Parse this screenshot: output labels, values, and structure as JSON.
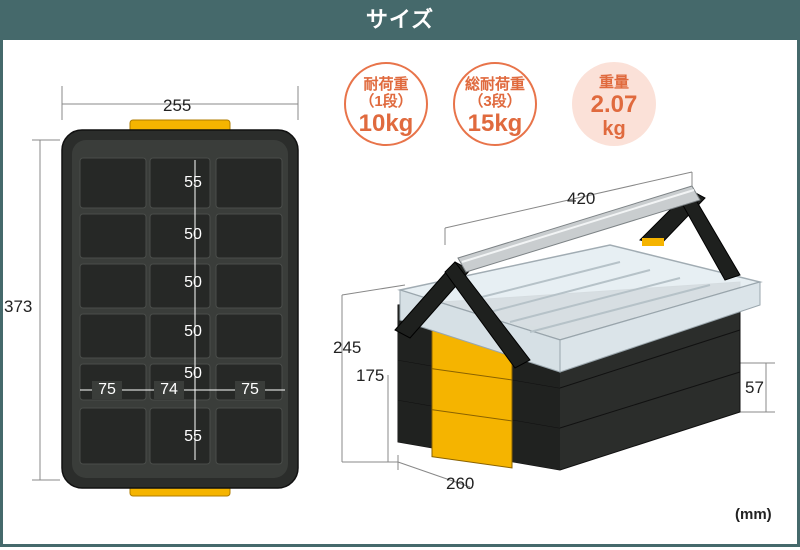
{
  "header": {
    "title": "サイズ"
  },
  "badges": [
    {
      "line1": "耐荷重",
      "line2": "（1段）",
      "value": "10kg"
    },
    {
      "line1": "総耐荷重",
      "line2": "（3段）",
      "value": "15kg"
    },
    {
      "line1": "重量",
      "value": "2.07",
      "unit": "kg"
    }
  ],
  "top_view": {
    "width": "255",
    "height": "373",
    "row_heights": [
      "55",
      "50",
      "50",
      "50",
      "50",
      "55"
    ],
    "col_widths": [
      "75",
      "74",
      "75"
    ]
  },
  "side_view": {
    "length": "420",
    "width": "260",
    "height_total": "245",
    "height_stack": "175",
    "height_tier": "57"
  },
  "unit_label": "(mm)",
  "colors": {
    "header": "#45696b",
    "accent": "#e8744a",
    "badge_fill": "#fbe1d8",
    "handle": "#f5b400",
    "body": "#2b2d2b"
  }
}
